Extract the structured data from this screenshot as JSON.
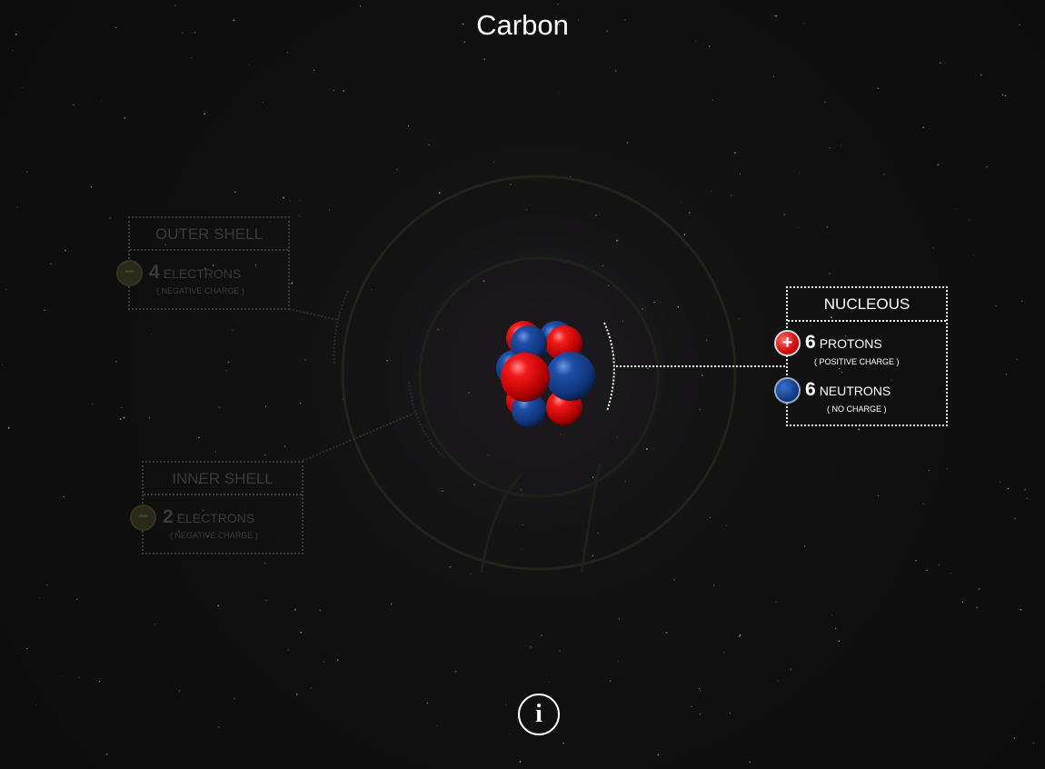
{
  "title": "Carbon",
  "nucleus_panel": {
    "header": "NUCLEOUS",
    "protons": {
      "count": "6",
      "label": "PROTONS",
      "note": "( POSITIVE CHARGE )",
      "icon": "plus-icon"
    },
    "neutrons": {
      "count": "6",
      "label": "NEUTRONS",
      "note": "( NO CHARGE )",
      "icon": "neutron-ball-icon"
    }
  },
  "outer_shell_panel": {
    "header": "OUTER SHELL",
    "electrons": {
      "count": "4",
      "label": "ELECTRONS",
      "note": "( NEGATIVE CHARGE )",
      "icon": "minus-icon"
    }
  },
  "inner_shell_panel": {
    "header": "INNER SHELL",
    "electrons": {
      "count": "2",
      "label": "ELECTRONS",
      "note": "( NEGATIVE CHARGE )",
      "icon": "minus-icon"
    }
  },
  "info_button": {
    "label": "i",
    "icon": "info-icon"
  },
  "colors": {
    "proton": "#d40f0f",
    "neutron": "#123e8c",
    "panel_active": "#ffffff",
    "panel_dim": "#3a3a3a",
    "shell_ring": "#2a2a1c"
  }
}
